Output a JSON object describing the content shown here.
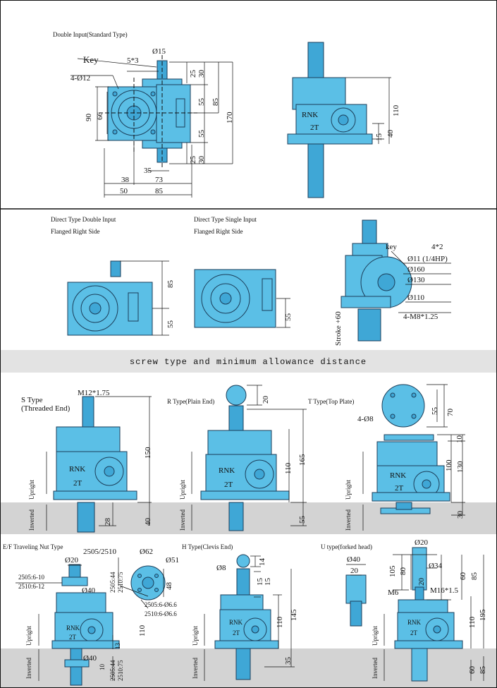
{
  "colors": {
    "part": "#5bbfe6",
    "outline": "#1b3d59",
    "band": "#d3d3d3",
    "bar": "#e3e3e3"
  },
  "sec1": {
    "title": "Double Input(Standard Type)",
    "key": "Key",
    "key_size": "5*3",
    "shaft": "Ø15",
    "holes": "4-Ø12",
    "d25a": "25",
    "d30a": "30",
    "d55a": "55",
    "d85a": "85",
    "d170": "170",
    "d55b": "55",
    "d25b": "25",
    "d30b": "30",
    "d90": "90",
    "d66": "66",
    "d35": "35",
    "d38": "38",
    "d73": "73",
    "d50": "50",
    "d85b": "85",
    "side_brand": "RNK",
    "side_model": "2T",
    "side_110": "110",
    "side_40": "40",
    "side_15": "15"
  },
  "sec2": {
    "direct_double_1": "Direct Type Double Input",
    "direct_double_2": "Flanged Right Side",
    "direct_single_1": "Direct Type Single Input",
    "direct_single_2": "Flanged Right Side",
    "dd_85": "85",
    "dd_55": "55",
    "ds_55": "55",
    "key": "key",
    "key_size": "4*2",
    "shaft": "Ø11 (1/4HP)",
    "d160": "Ø160",
    "d130": "Ø130",
    "d110": "Ø110",
    "bolts": "4-M8*1.25",
    "stroke": "Stroke +60"
  },
  "bar_title": "screw type and minimum allowance distance",
  "sec3": {
    "s_title_1": "S Type",
    "s_title_2": "(Threaded End)",
    "s_thread": "M12*1.75",
    "s_150": "150",
    "s_28": "28",
    "s_40": "40",
    "r_title": "R Type(Plain End)",
    "r_20": "20",
    "r_110": "110",
    "r_165": "165",
    "r_55": "55",
    "t_title": "T Type(Top Plate)",
    "t_holes": "4-Ø8",
    "t_55": "55",
    "t_70": "70",
    "t_10": "10",
    "t_100": "100",
    "t_130": "130",
    "t_30": "30",
    "upright": "Upright",
    "inverted": "Inverted",
    "brand": "RNK",
    "model": "2T"
  },
  "sec4": {
    "ef_title": "E/F Traveling Nut Type",
    "ef_2505_2510": "2505/2510",
    "ef_d20": "Ø20",
    "ef_d40a": "Ø40",
    "ef_d40b": "Ø40",
    "ef_26a": "2505:6-10",
    "ef_26b": "2510:6-12",
    "ef_44": "2505:44",
    "ef_75": "2510:75",
    "ef_44b": "2505:44",
    "ef_75b": "2510:75",
    "ef_13": "13",
    "ef_10": "10",
    "ef_d62": "Ø62",
    "ef_d51": "Ø51",
    "ef_48": "48",
    "ef_66a": "2505:6-Ø6.6",
    "ef_66b": "2510:6-Ø6.6",
    "ef_110": "110",
    "h_title": "H Type(Clevis End)",
    "h_d8": "Ø8",
    "h_14": "14",
    "h_15a": "15",
    "h_15b": "15",
    "h_110": "110",
    "h_145": "145",
    "h_35": "35",
    "u_title": "U type(forked head)",
    "u_d40": "Ø40",
    "u_20a": "20",
    "u_d20": "Ø20",
    "u_105": "105",
    "u_80": "80",
    "u_d34": "Ø34",
    "u_60a": "60",
    "u_85a": "85",
    "u_20b": "20",
    "u_m6": "M6",
    "u_m16": "M16*1.5",
    "u_110": "110",
    "u_195": "195",
    "u_60b": "60",
    "u_85b": "85"
  }
}
